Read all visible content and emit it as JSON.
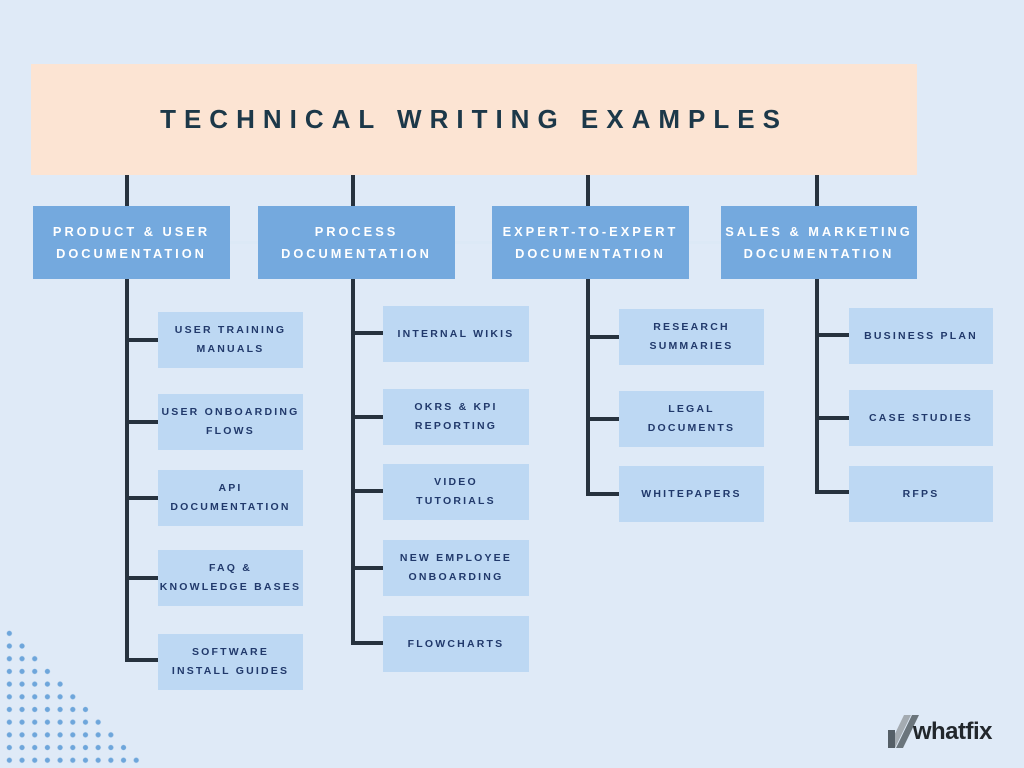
{
  "page": {
    "title": "TECHNICAL WRITING EXAMPLES"
  },
  "branches": [
    {
      "label_lines": [
        "PRODUCT & USER",
        "DOCUMENTATION"
      ],
      "children": [
        {
          "lines": [
            "USER TRAINING",
            "MANUALS"
          ]
        },
        {
          "lines": [
            "USER ONBOARDING",
            "FLOWS"
          ]
        },
        {
          "lines": [
            "API",
            "DOCUMENTATION"
          ]
        },
        {
          "lines": [
            "FAQ &",
            "KNOWLEDGE BASES"
          ]
        },
        {
          "lines": [
            "SOFTWARE",
            "INSTALL GUIDES"
          ]
        }
      ]
    },
    {
      "label_lines": [
        "PROCESS",
        "DOCUMENTATION"
      ],
      "children": [
        {
          "lines": [
            "INTERNAL WIKIS"
          ]
        },
        {
          "lines": [
            "OKRS & KPI",
            "REPORTING"
          ]
        },
        {
          "lines": [
            "VIDEO",
            "TUTORIALS"
          ]
        },
        {
          "lines": [
            "NEW EMPLOYEE",
            "ONBOARDING"
          ]
        },
        {
          "lines": [
            "FLOWCHARTS"
          ]
        }
      ]
    },
    {
      "label_lines": [
        "EXPERT-TO-EXPERT",
        "DOCUMENTATION"
      ],
      "children": [
        {
          "lines": [
            "RESEARCH",
            "SUMMARIES"
          ]
        },
        {
          "lines": [
            "LEGAL",
            "DOCUMENTS"
          ]
        },
        {
          "lines": [
            "WHITEPAPERS"
          ]
        }
      ]
    },
    {
      "label_lines": [
        "SALES & MARKETING",
        "DOCUMENTATION"
      ],
      "children": [
        {
          "lines": [
            "BUSINESS PLAN"
          ]
        },
        {
          "lines": [
            "CASE STUDIES"
          ]
        },
        {
          "lines": [
            "RFPS"
          ]
        }
      ]
    }
  ],
  "logo": {
    "text": "whatfix"
  },
  "colors": {
    "background": "#dfeaf7",
    "header_bg": "#fce4d3",
    "title_text": "#1c3849",
    "category_bg": "#74a9de",
    "category_text": "#ffffff",
    "child_bg": "#bdd8f3",
    "child_text": "#21396b",
    "connector_dark": "#27323e",
    "connector_pale": "#dce9f6",
    "dot_accent": "#6ea6db",
    "logo_text": "#22272c"
  }
}
